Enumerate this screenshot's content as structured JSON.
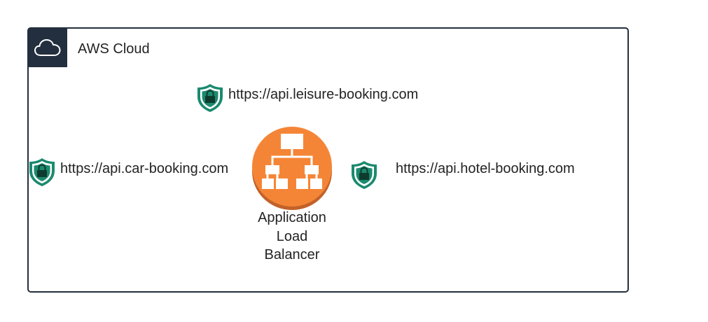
{
  "diagram": {
    "group": {
      "label": "AWS Cloud",
      "icon": "cloud-icon",
      "border_color": "#232f3e"
    },
    "endpoints": {
      "leisure": {
        "label": "https://api.leisure-booking.com",
        "icon": "shield-lock-icon"
      },
      "car": {
        "label": "https://api.car-booking.com",
        "icon": "shield-lock-icon"
      },
      "hotel": {
        "label": "https://api.hotel-booking.com",
        "icon": "shield-lock-icon"
      }
    },
    "load_balancer": {
      "label_line1": "Application",
      "label_line2": "Load",
      "label_line3": "Balancer",
      "icon": "application-load-balancer-icon",
      "color": "#f58536"
    },
    "shield_color": "#1b8a6f"
  }
}
